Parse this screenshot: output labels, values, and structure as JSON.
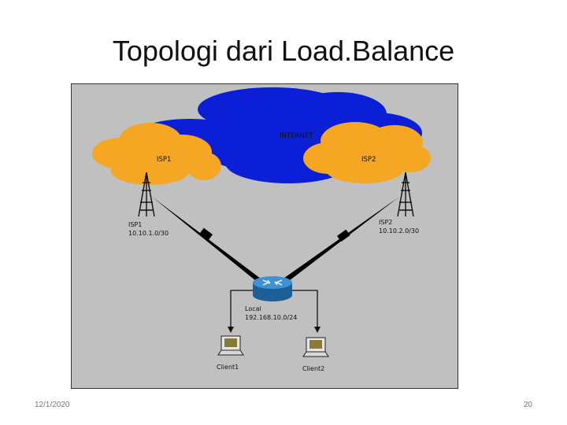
{
  "slide": {
    "title": "Topologi dari Load.Balance",
    "date": "12/1/2020",
    "page_number": "20"
  },
  "diagram": {
    "internet_label": "INTERNET",
    "isp1_cloud_label": "ISP1",
    "isp2_cloud_label": "ISP2",
    "isp1_link": {
      "name": "ISP1",
      "subnet": "10.10.1.0/30"
    },
    "isp2_link": {
      "name": "ISP2",
      "subnet": "10.10.2.0/30"
    },
    "local": {
      "name": "Local",
      "subnet": "192.168.10.0/24"
    },
    "clients": [
      "Client1",
      "Client2"
    ],
    "colors": {
      "background": "#c0c0c0",
      "internet_cloud": "#0a1fd6",
      "isp_cloud": "#f5a623",
      "router": "#2f86c8",
      "link": "#000000"
    }
  }
}
